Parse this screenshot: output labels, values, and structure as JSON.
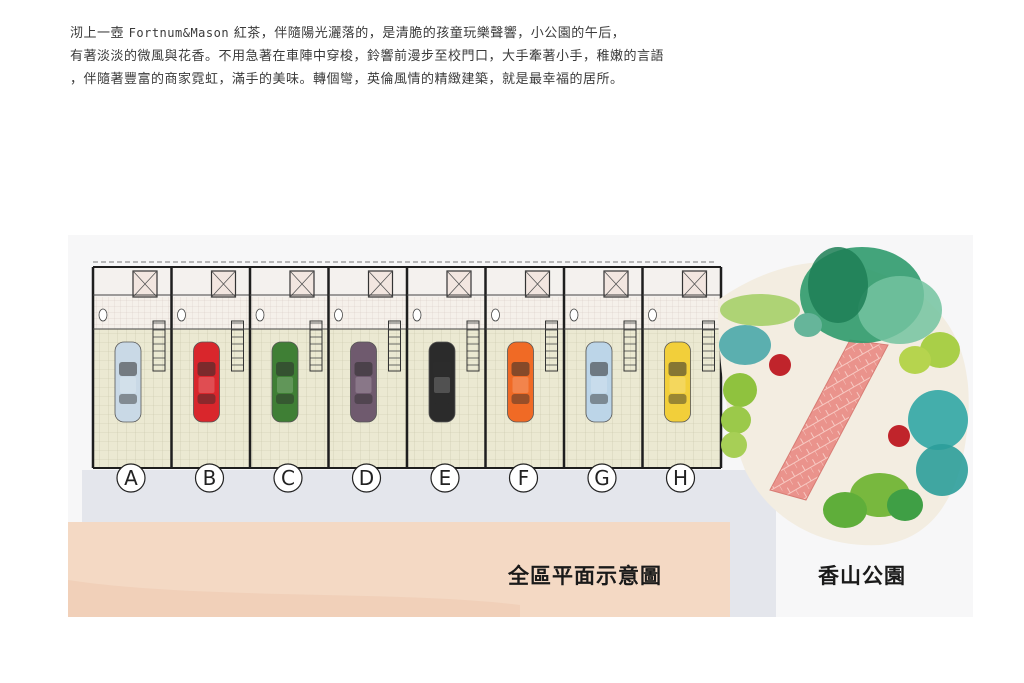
{
  "intro": {
    "line1_pre": "沏上一壺",
    "line1_brand": "Fortnum&Mason",
    "line1_post": "紅茶，伴隨陽光灑落的，是清脆的孩童玩樂聲響，小公園的午后，",
    "line2": "有著淡淡的微風與花香。不用急著在車陣中穿梭，鈴響前漫步至校門口，大手牽著小手，稚嫩的言語",
    "line3": "，伴隨著豐富的商家霓虹，滿手的美味。轉個彎，英倫風情的精緻建築，就是最幸福的居所。"
  },
  "plan": {
    "units": [
      {
        "label": "A",
        "car_color": "#c9d9e6"
      },
      {
        "label": "B",
        "car_color": "#d9262c"
      },
      {
        "label": "C",
        "car_color": "#3f7f35"
      },
      {
        "label": "D",
        "car_color": "#6f5a6e"
      },
      {
        "label": "E",
        "car_color": "#2b2b2b"
      },
      {
        "label": "F",
        "car_color": "#f06a25"
      },
      {
        "label": "G",
        "car_color": "#bcd5e8"
      },
      {
        "label": "H",
        "car_color": "#f2cf3a"
      }
    ],
    "caption": "全區平面示意圖"
  },
  "park": {
    "caption": "香山公園"
  },
  "colors": {
    "floor": "#e9e7cf",
    "wall": "#222222",
    "road": "#e6e7ec",
    "sidewalk": "#f6dccb",
    "park_ground": "#f3ede1",
    "path": "#e78c86"
  }
}
